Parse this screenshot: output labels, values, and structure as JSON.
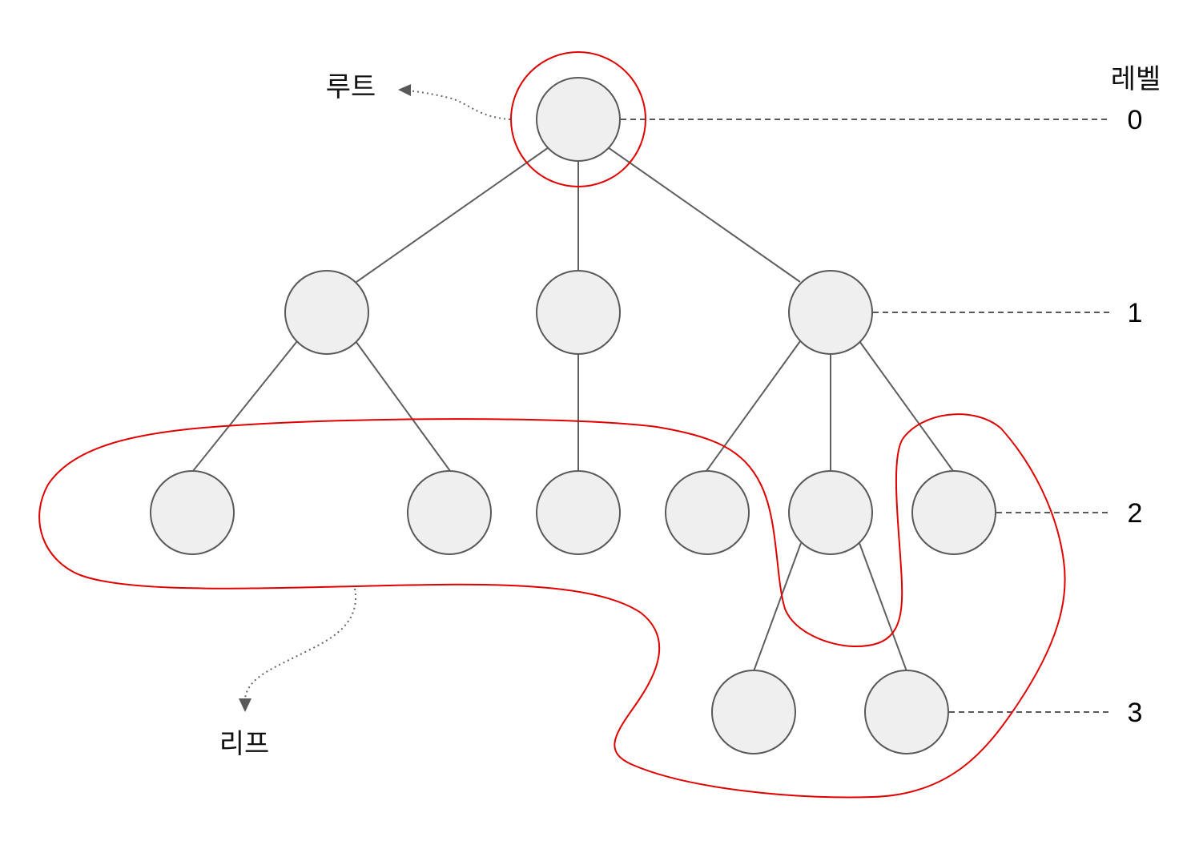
{
  "labels": {
    "root": "루트",
    "leaf": "리프",
    "level_header": "레벨"
  },
  "levels": [
    "0",
    "1",
    "2",
    "3"
  ],
  "tree": {
    "root": "root",
    "children": {
      "root": [
        "a",
        "b",
        "c"
      ],
      "a": [
        "a1",
        "a2"
      ],
      "b": [
        "b1"
      ],
      "c": [
        "c1",
        "c2",
        "c3"
      ],
      "c2": [
        "c2a",
        "c2b"
      ]
    },
    "node_levels": {
      "root": 0,
      "a": 1,
      "b": 1,
      "c": 1,
      "a1": 2,
      "a2": 2,
      "b1": 2,
      "c1": 2,
      "c2": 2,
      "c3": 2,
      "c2a": 3,
      "c2b": 3
    },
    "root_highlighted": true,
    "leaf_nodes": [
      "a1",
      "a2",
      "b1",
      "c1",
      "c3",
      "c2a",
      "c2b"
    ]
  },
  "colors": {
    "node_fill": "#efefef",
    "node_stroke": "#595959",
    "edge": "#5f5f5f",
    "highlight": "#e10000",
    "guide": "#595959"
  }
}
